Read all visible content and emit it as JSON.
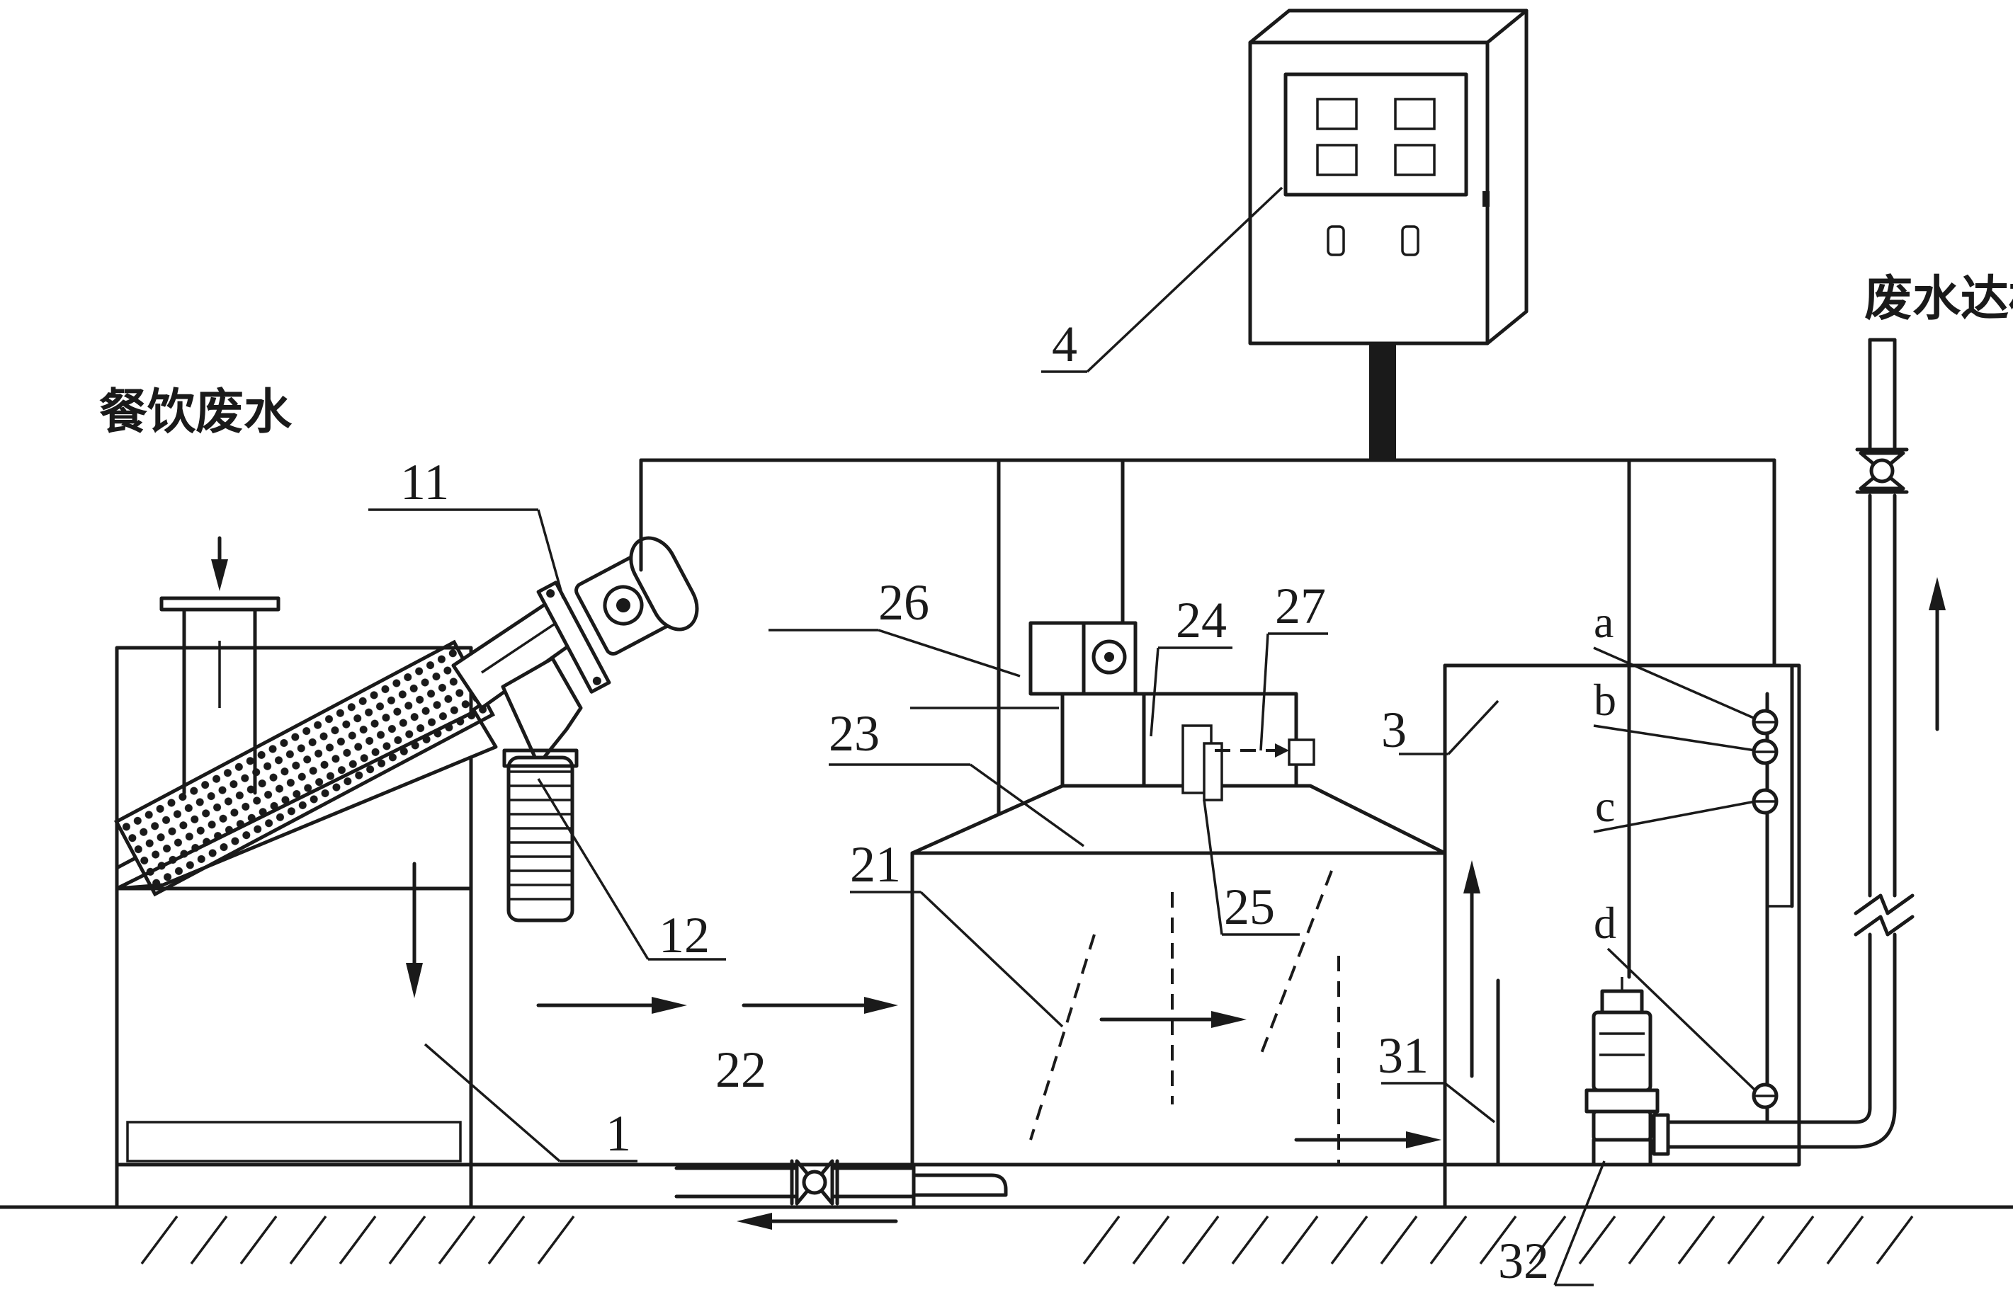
{
  "inlet_label": "餐饮废水",
  "outlet_label": "废水达标排放",
  "labels": {
    "n1": "1",
    "n11": "11",
    "n12": "12",
    "n21": "21",
    "n22": "22",
    "n23": "23",
    "n24": "24",
    "n25": "25",
    "n26": "26",
    "n27": "27",
    "n3": "3",
    "n31": "31",
    "n32": "32",
    "n4": "4",
    "a": "a",
    "b": "b",
    "c": "c",
    "d": "d"
  }
}
